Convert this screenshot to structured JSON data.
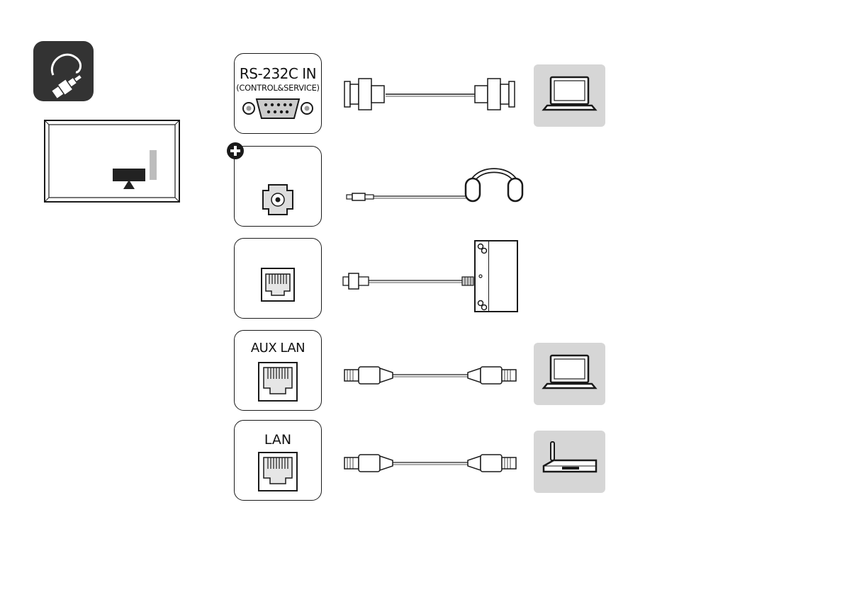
{
  "ports": [
    {
      "id": "rs232",
      "label": "RS-232C IN",
      "sublabel": "(CONTROL&SERVICE)",
      "connects_to": "laptop"
    },
    {
      "id": "audio-out",
      "label": "",
      "connects_to": "headphones"
    },
    {
      "id": "ir",
      "label": "",
      "connects_to": "ir-receiver"
    },
    {
      "id": "aux-lan",
      "label": "AUX LAN",
      "connects_to": "laptop"
    },
    {
      "id": "lan",
      "label": "LAN",
      "connects_to": "router"
    }
  ],
  "colors": {
    "stroke": "#1a1a1a",
    "tile": "#d6d6d6",
    "badge": "#333333",
    "monitor_bar": "#bdbdbd"
  },
  "icons": {
    "badge": "cable-plug-icon",
    "monitor": "display-rear-icon",
    "optional": "plus-circle-icon"
  }
}
